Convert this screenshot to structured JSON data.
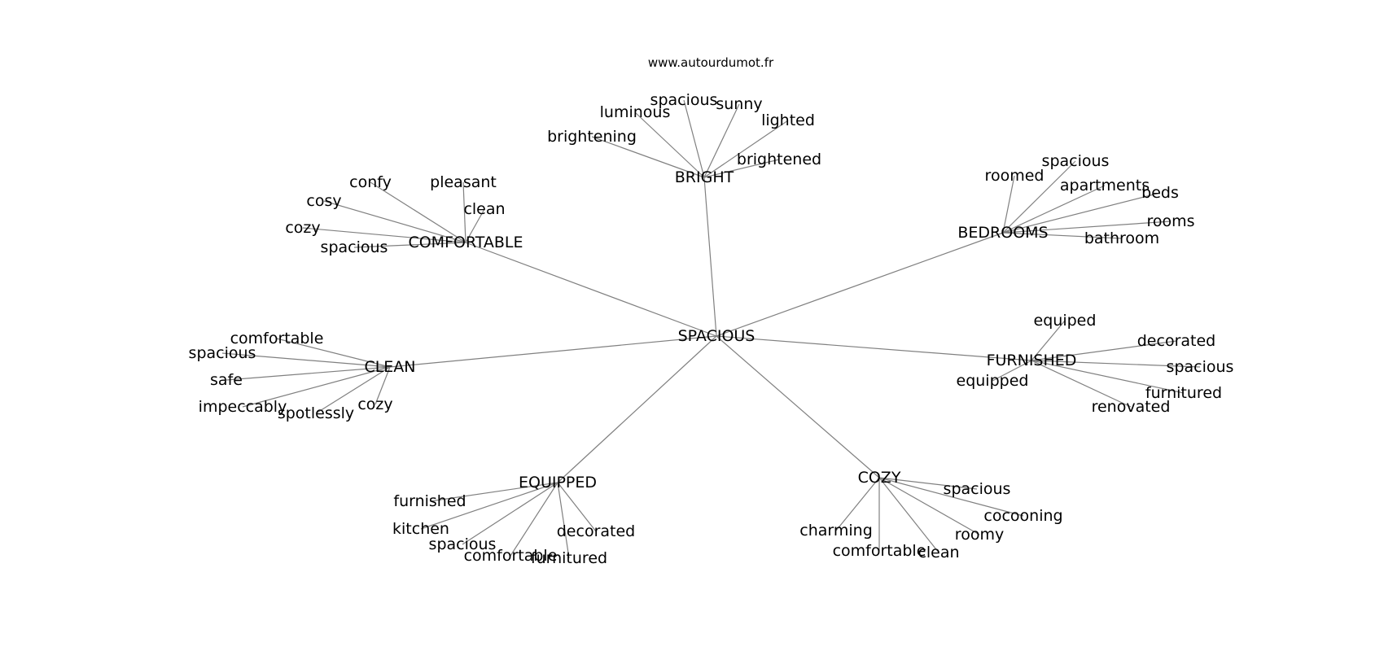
{
  "watermark": "www.autourdumot.fr",
  "root": "SPACIOUS",
  "clusters": [
    {
      "hub": "BRIGHT",
      "leaves": [
        "brightening",
        "luminous",
        "spacious",
        "sunny",
        "lighted",
        "brightened"
      ]
    },
    {
      "hub": "COMFORTABLE",
      "leaves": [
        "confy",
        "pleasant",
        "cosy",
        "clean",
        "cozy",
        "spacious"
      ]
    },
    {
      "hub": "BEDROOMS",
      "leaves": [
        "roomed",
        "spacious",
        "apartments",
        "beds",
        "rooms",
        "bathroom"
      ]
    },
    {
      "hub": "CLEAN",
      "leaves": [
        "comfortable",
        "spacious",
        "safe",
        "impeccably",
        "spotlessly",
        "cozy"
      ]
    },
    {
      "hub": "FURNISHED",
      "leaves": [
        "equiped",
        "decorated",
        "spacious",
        "equipped",
        "furnitured",
        "renovated"
      ]
    },
    {
      "hub": "EQUIPPED",
      "leaves": [
        "furnished",
        "kitchen",
        "spacious",
        "comfortable",
        "furnitured",
        "decorated"
      ]
    },
    {
      "hub": "COZY",
      "leaves": [
        "spacious",
        "cocooning",
        "charming",
        "roomy",
        "comfortable",
        "clean"
      ]
    }
  ]
}
